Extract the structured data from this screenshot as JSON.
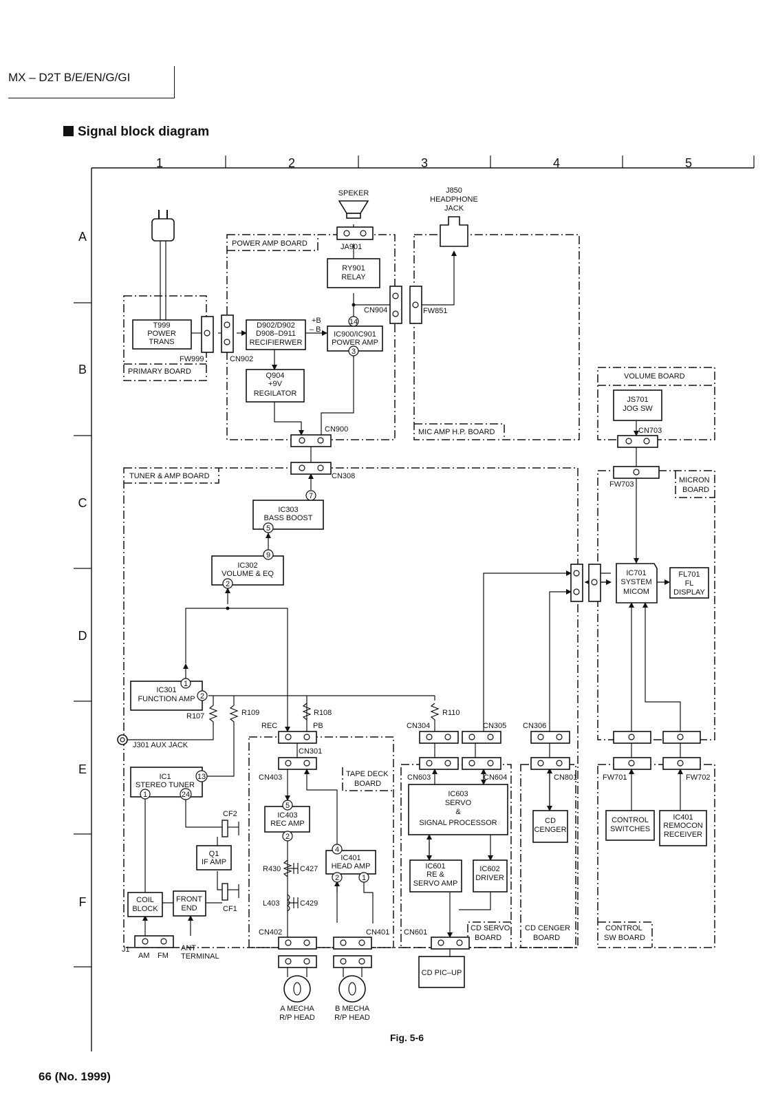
{
  "header": {
    "model": "MX – D2T B/E/EN/G/GI",
    "title": "Signal block diagram",
    "page_number": "66 (No. 1999)",
    "figure": "Fig. 5-6"
  },
  "grid": {
    "columns": [
      "1",
      "2",
      "3",
      "4",
      "5"
    ],
    "rows": [
      "A",
      "B",
      "C",
      "D",
      "E",
      "F"
    ]
  },
  "boards": {
    "primary": "PRIMARY BOARD",
    "power_amp": "POWER AMP BOARD",
    "mic_amp": "MIC AMP H.P. BOARD",
    "tuner_amp": "TUNER & AMP BOARD",
    "tape_deck_1": "TAPE DECK",
    "tape_deck_2": "BOARD",
    "cd_servo_1": "CD SERVO",
    "cd_servo_2": "BOARD",
    "cd_cenger_1": "CD CENGER",
    "cd_cenger_2": "BOARD",
    "control_sw_1": "CONTROL",
    "control_sw_2": "SW BOARD",
    "volume": "VOLUME BOARD",
    "micron_1": "MICRON",
    "micron_2": "BOARD"
  },
  "blocks": {
    "t999": [
      "T999",
      "POWER",
      "TRANS"
    ],
    "rectifier": [
      "D902/D902",
      "D908–D911",
      "RECIFIERWER"
    ],
    "regulator": [
      "Q904",
      "+9V",
      "REGILATOR"
    ],
    "relay": [
      "RY901",
      "RELAY"
    ],
    "power_amp": [
      "IC900/IC901",
      "POWER AMP"
    ],
    "bass_boost": [
      "IC303",
      "BASS BOOST"
    ],
    "volume_eq": [
      "IC302",
      "VOLUME & EQ"
    ],
    "function_amp": [
      "IC301",
      "FUNCTION AMP"
    ],
    "stereo_tuner": [
      "IC1",
      "STEREO TUNER"
    ],
    "if_amp": [
      "Q1",
      "IF AMP"
    ],
    "coil_block": [
      "COIL",
      "BLOCK"
    ],
    "front_end": [
      "FRONT",
      "END"
    ],
    "rec_amp": [
      "IC403",
      "REC AMP"
    ],
    "head_amp": [
      "IC401",
      "HEAD AMP"
    ],
    "servo": [
      "IC603",
      "SERVO",
      "&",
      "SIGNAL PROCESSOR"
    ],
    "re_servo_amp": [
      "IC601",
      "RE &",
      "SERVO AMP"
    ],
    "driver": [
      "IC602",
      "DRIVER"
    ],
    "cd_pickup": [
      "CD PIC–UP"
    ],
    "cd_cenger": [
      "CD",
      "CENGER"
    ],
    "control_switches": [
      "CONTROL",
      "SWITCHES"
    ],
    "remocon": [
      "IC401",
      "REMOCON",
      "RECEIVER"
    ],
    "jog_sw": [
      "JS701",
      "JOG SW"
    ],
    "system_micom": [
      "IC701",
      "SYSTEM",
      "MICOM"
    ],
    "fl_display": [
      "FL701",
      "FL",
      "DISPLAY"
    ]
  },
  "labels": {
    "speaker": "SPEKER",
    "headphone": [
      "J850",
      "HEADPHONE",
      "JACK"
    ],
    "ja901": "JA901",
    "cn904": "CN904",
    "fw851": "FW851",
    "fw999": "FW999",
    "cn902": "CN902",
    "cn900": "CN900",
    "cn308": "CN308",
    "plus_b": "+B",
    "minus_b": "– B",
    "cn703": "CN703",
    "fw703": "FW703",
    "r107": "R107",
    "r109": "R109",
    "r108": "R108",
    "r110": "R110",
    "rec": "REC",
    "pb": "PB",
    "cn304": "CN304",
    "cn305": "CN305",
    "cn306": "CN306",
    "cn301": "CN301",
    "j301": "J301 AUX JACK",
    "cn403": "CN403",
    "cn603": "CN603",
    "cn604": "CN604",
    "cn801": "CN801",
    "fw701": "FW701",
    "fw702": "FW702",
    "cf2": "CF2",
    "cf1": "CF1",
    "r430": "R430",
    "c427": "C427",
    "l403": "L403",
    "c429": "C429",
    "cn402": "CN402",
    "cn401": "CN401",
    "cn601": "CN601",
    "j1": "J1",
    "am": "AM",
    "fm": "FM",
    "ant_1": "ANT",
    "ant_2": "TERMINAL",
    "a_mecha_1": "A MECHA",
    "a_mecha_2": "R/P HEAD",
    "b_mecha_1": "B MECHA",
    "b_mecha_2": "R/P HEAD"
  },
  "pins": {
    "p14": "14",
    "p3": "3",
    "p7": "7",
    "p5a": "5",
    "p9": "9",
    "p2a": "2",
    "p1a": "1",
    "p2b": "2",
    "p13": "13",
    "p1b": "1",
    "p24": "24",
    "p5b": "5",
    "p2c": "2",
    "p4": "4",
    "p2d": "2",
    "p1c": "1"
  }
}
